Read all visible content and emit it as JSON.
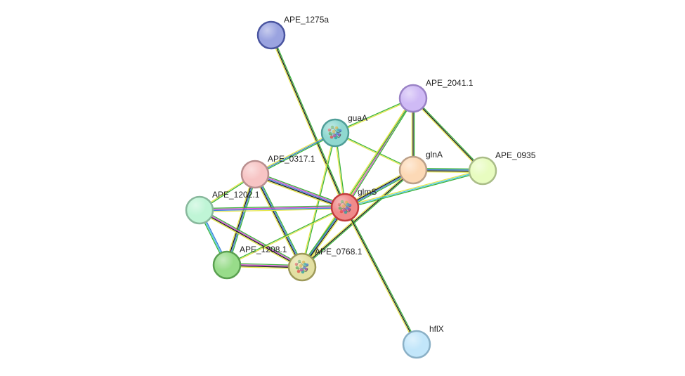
{
  "network": {
    "nodes": [
      {
        "id": "APE_1275a",
        "label": "APE_1275a",
        "fill": "#9aa3e0",
        "stroke": "#4a55a0",
        "structure": false
      },
      {
        "id": "APE_2041.1",
        "label": "APE_2041.1",
        "fill": "#cfbaf5",
        "stroke": "#9a82c6",
        "structure": false
      },
      {
        "id": "guaA",
        "label": "guaA",
        "fill": "#8fd8d0",
        "stroke": "#4f9e98",
        "structure": true
      },
      {
        "id": "glnA",
        "label": "glnA",
        "fill": "#fcd9b6",
        "stroke": "#bca088",
        "structure": false
      },
      {
        "id": "APE_0935",
        "label": "APE_0935",
        "fill": "#e8fcc0",
        "stroke": "#aabd88",
        "structure": false
      },
      {
        "id": "APE_0317.1",
        "label": "APE_0317.1",
        "fill": "#f7c4c4",
        "stroke": "#b88e8e",
        "structure": false
      },
      {
        "id": "glmS",
        "label": "glmS",
        "fill": "#f08a8a",
        "stroke": "#c23b3b",
        "structure": true
      },
      {
        "id": "APE_1202.1",
        "label": "APE_1202.1",
        "fill": "#bff5d6",
        "stroke": "#88b89c",
        "structure": false
      },
      {
        "id": "APE_1208.1",
        "label": "APE_1208.1",
        "fill": "#98dc8a",
        "stroke": "#5aa050",
        "structure": false
      },
      {
        "id": "APE_0768.1",
        "label": "APE_0768.1",
        "fill": "#e3e0a2",
        "stroke": "#9e9a5a",
        "structure": true
      },
      {
        "id": "hflX",
        "label": "hflX",
        "fill": "#c2e6fa",
        "stroke": "#8ab0c6",
        "structure": false
      }
    ],
    "edges": [
      {
        "source": "APE_1275a",
        "target": "glmS",
        "colors": [
          "#3bb33b",
          "#1a1a1a",
          "#e6e64a"
        ]
      },
      {
        "source": "guaA",
        "target": "APE_2041.1",
        "colors": [
          "#3bb33b",
          "#e6e64a"
        ]
      },
      {
        "source": "guaA",
        "target": "APE_0317.1",
        "colors": [
          "#3bb33b",
          "#3a7fd6",
          "#e6e64a"
        ]
      },
      {
        "source": "guaA",
        "target": "glmS",
        "colors": [
          "#3bb33b",
          "#e6e64a"
        ]
      },
      {
        "source": "guaA",
        "target": "glnA",
        "colors": [
          "#3bb33b",
          "#e6e64a"
        ]
      },
      {
        "source": "guaA",
        "target": "APE_0768.1",
        "colors": [
          "#3bb33b",
          "#e6e64a"
        ]
      },
      {
        "source": "APE_2041.1",
        "target": "glnA",
        "colors": [
          "#3bb33b",
          "#1a1a1a",
          "#e6e64a"
        ]
      },
      {
        "source": "APE_2041.1",
        "target": "APE_0935",
        "colors": [
          "#3bb33b",
          "#1a1a1a",
          "#e6e64a"
        ]
      },
      {
        "source": "APE_2041.1",
        "target": "glmS",
        "colors": [
          "#3bb33b",
          "#d64ad6",
          "#e6e64a"
        ]
      },
      {
        "source": "APE_2041.1",
        "target": "APE_0768.1",
        "colors": [
          "#3bb33b",
          "#e6e64a"
        ]
      },
      {
        "source": "glnA",
        "target": "APE_0935",
        "colors": [
          "#3bb33b",
          "#3a7fd6",
          "#1a1a1a",
          "#e6e64a"
        ]
      },
      {
        "source": "glnA",
        "target": "glmS",
        "colors": [
          "#3bb33b",
          "#3a7fd6",
          "#1a1a1a",
          "#e6e64a"
        ]
      },
      {
        "source": "glnA",
        "target": "APE_0768.1",
        "colors": [
          "#3bb33b",
          "#1a1a1a",
          "#e6e64a"
        ]
      },
      {
        "source": "APE_0935",
        "target": "glmS",
        "colors": [
          "#3bb33b",
          "#4ac6e6",
          "#e6e64a"
        ]
      },
      {
        "source": "APE_0317.1",
        "target": "glmS",
        "colors": [
          "#3bb33b",
          "#d64ad6",
          "#3a7fd6",
          "#1a1a1a",
          "#e6e64a"
        ]
      },
      {
        "source": "APE_0317.1",
        "target": "APE_1202.1",
        "colors": [
          "#3bb33b",
          "#e6e64a"
        ]
      },
      {
        "source": "APE_0317.1",
        "target": "APE_1208.1",
        "colors": [
          "#3bb33b",
          "#3a7fd6",
          "#1a1a1a",
          "#e6e64a"
        ]
      },
      {
        "source": "APE_0317.1",
        "target": "APE_0768.1",
        "colors": [
          "#3bb33b",
          "#3a7fd6",
          "#1a1a1a",
          "#e6e64a"
        ]
      },
      {
        "source": "APE_1202.1",
        "target": "glmS",
        "colors": [
          "#3bb33b",
          "#d64ad6",
          "#3a7fd6",
          "#e6e64a"
        ]
      },
      {
        "source": "APE_1202.1",
        "target": "APE_1208.1",
        "colors": [
          "#3a7fd6",
          "#4ac6e6",
          "#3bb33b"
        ]
      },
      {
        "source": "APE_1202.1",
        "target": "APE_0768.1",
        "colors": [
          "#3bb33b",
          "#d64ad6",
          "#1a1a1a",
          "#e6e64a"
        ]
      },
      {
        "source": "APE_1208.1",
        "target": "APE_0768.1",
        "colors": [
          "#3bb33b",
          "#d64ad6",
          "#1a1a1a",
          "#e6e64a"
        ]
      },
      {
        "source": "APE_1208.1",
        "target": "glmS",
        "colors": [
          "#3bb33b",
          "#e6e64a"
        ]
      },
      {
        "source": "APE_0768.1",
        "target": "glmS",
        "colors": [
          "#3bb33b",
          "#3a7fd6",
          "#1a1a1a",
          "#e6e64a"
        ]
      },
      {
        "source": "glmS",
        "target": "hflX",
        "colors": [
          "#3bb33b",
          "#1a1a1a",
          "#e6e64a"
        ]
      }
    ]
  }
}
